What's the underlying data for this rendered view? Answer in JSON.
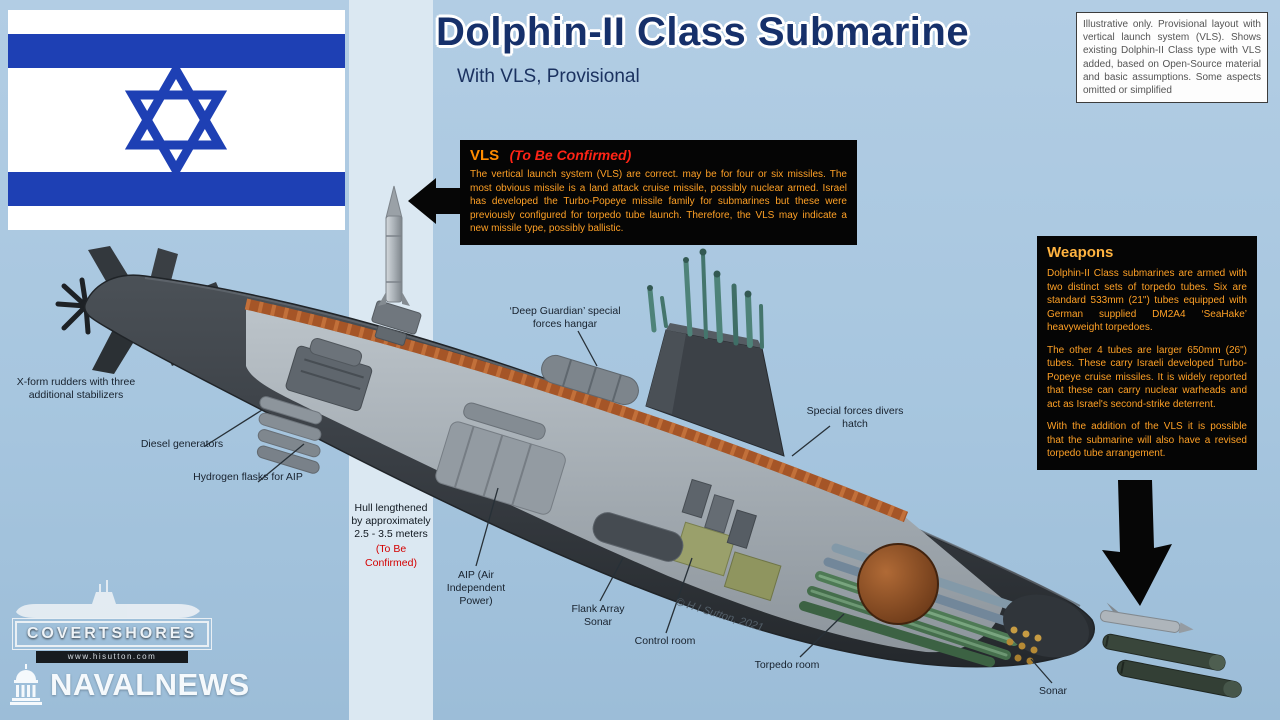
{
  "header": {
    "title": "Dolphin-II Class Submarine",
    "subtitle": "With VLS, Provisional"
  },
  "disclaimer": "Illustrative only. Provisional layout with vertical launch system (VLS). Shows existing Dolphin-II Class type with VLS added, based on Open-Source material and basic assumptions. Some aspects omitted or simplified",
  "vls_box": {
    "title": "VLS",
    "qualifier": "(To Be Confirmed)",
    "body": "The vertical launch system (VLS) are correct. may be for four or six missiles. The most obvious missile is a land attack cruise missile, possibly nuclear armed. Israel has developed the Turbo-Popeye missile family for submarines but these were previously configured for torpedo tube launch.  Therefore, the VLS may indicate a new missile type, possibly ballistic."
  },
  "weapons_box": {
    "title": "Weapons",
    "paragraphs": [
      "Dolphin-II Class submarines are armed with two distinct sets of torpedo tubes. Six are standard 533mm (21\") tubes equipped with German supplied DM2A4 ‘SeaHake’ heavyweight torpedoes.",
      "The other 4 tubes are larger 650mm (26\") tubes. These carry Israeli developed Turbo-Popeye cruise missiles. It is widely reported that these can carry nuclear warheads and act as Israel's second-strike deterrent.",
      "With the addition of the VLS it is possible that the submarine will also have a revised torpedo tube arrangement."
    ]
  },
  "callouts": {
    "x_form_rudders": "X-form rudders with three additional stabilizers",
    "diesel_generators": "Diesel generators",
    "hydrogen_flasks": "Hydrogen flasks for AIP",
    "hull_lengthened": "Hull lengthened by approximately 2.5 - 3.5 meters",
    "hull_lengthened_qualifier": "(To Be Confirmed)",
    "deep_guardian": "‘Deep Guardian’ special forces hangar",
    "divers_hatch": "Special forces divers hatch",
    "aip": "AIP (Air Independent Power)",
    "flank_array_sonar": "Flank Array Sonar",
    "control_room": "Control room",
    "torpedo_room": "Torpedo room",
    "sonar": "Sonar",
    "copyright": "© H I Sutton, 2021"
  },
  "branding": {
    "covert_shores": "COVERTSHORES",
    "website": "www.hisutton.com",
    "naval_news": "NAVALNEWS"
  },
  "icons": {
    "star_of_david": "star-of-david",
    "capitol_building": "capitol-building",
    "arrow_left": "black-arrow-left",
    "arrow_down": "black-arrow-down"
  },
  "colors": {
    "background": "#a7c6df",
    "panel_black": "#050505",
    "accent_amber": "#ffa126",
    "accent_red": "#ff2416",
    "title_navy": "#16306a",
    "flag_blue": "#1e40b4",
    "note_red": "#d40000"
  }
}
